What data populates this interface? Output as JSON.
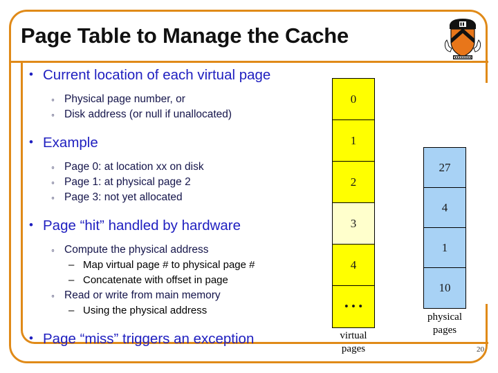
{
  "slide": {
    "title": "Page Table to Manage the Cache",
    "page_number": "20",
    "logo_name": "princeton-shield-logo",
    "colors": {
      "frame": "#E08A18",
      "bullet_level1_text": "#2020C0",
      "bullet_level2_text": "#14144A",
      "bullet_level3_text": "#000000",
      "virtual_page_fill": "#FFFF00",
      "virtual_page_fill_unallocated": "#FFFFCC",
      "physical_page_fill": "#A8D2F5",
      "cell_border": "#000000"
    }
  },
  "bullets": [
    {
      "level": 1,
      "text": "Current location of each virtual page",
      "children": [
        {
          "level": 2,
          "text": "Physical page number, or"
        },
        {
          "level": 2,
          "text": "Disk address (or null if unallocated)"
        }
      ]
    },
    {
      "level": 1,
      "text": "Example",
      "children": [
        {
          "level": 2,
          "text": "Page 0: at location xx on disk"
        },
        {
          "level": 2,
          "text": "Page 1: at physical page 2"
        },
        {
          "level": 2,
          "text": "Page 3: not yet allocated"
        }
      ]
    },
    {
      "level": 1,
      "text": "Page “hit” handled by hardware",
      "children": [
        {
          "level": 2,
          "text": "Compute the physical address"
        },
        {
          "level": 3,
          "text": "Map virtual page # to physical page #"
        },
        {
          "level": 3,
          "text": "Concatenate with offset in page"
        },
        {
          "level": 2,
          "text": "Read or write from main memory"
        },
        {
          "level": 3,
          "text": "Using the physical address"
        }
      ]
    },
    {
      "level": 1,
      "text": "Page “miss” triggers an exception",
      "children": []
    }
  ],
  "diagram": {
    "virtual_pages": {
      "label_line1": "virtual",
      "label_line2": "pages",
      "cells": [
        {
          "value": "0",
          "allocated": true
        },
        {
          "value": "1",
          "allocated": true
        },
        {
          "value": "2",
          "allocated": true
        },
        {
          "value": "3",
          "allocated": false
        },
        {
          "value": "4",
          "allocated": true
        },
        {
          "value": "• • •",
          "allocated": true
        }
      ]
    },
    "physical_pages": {
      "label_line1": "physical",
      "label_line2": "pages",
      "cells": [
        {
          "value": "27"
        },
        {
          "value": "4"
        },
        {
          "value": "1"
        },
        {
          "value": "10"
        }
      ]
    }
  }
}
